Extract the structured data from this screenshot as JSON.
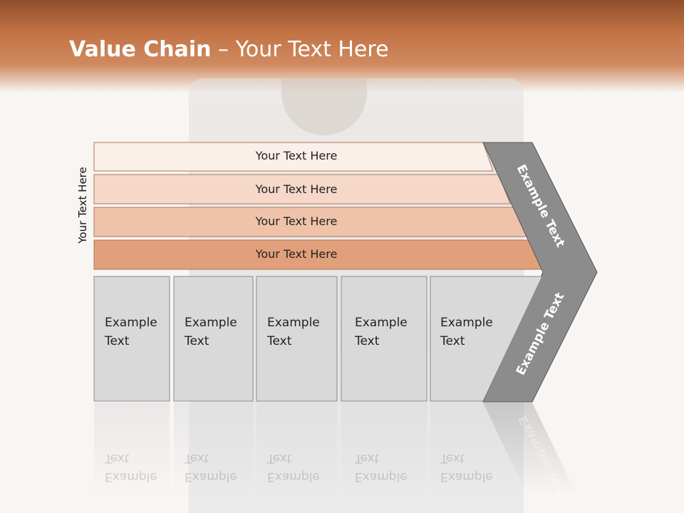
{
  "title": {
    "bold": "Value Chain",
    "rest": " – Your Text Here"
  },
  "side_label": "Your Text Here",
  "bars": [
    {
      "label": "Your Text Here",
      "fill": "#fbefe9"
    },
    {
      "label": "Your Text Here",
      "fill": "#f5d8c8"
    },
    {
      "label": "Your Text Here",
      "fill": "#eec3aa"
    },
    {
      "label": "Your Text Here",
      "fill": "#e1a07b"
    }
  ],
  "boxes": [
    {
      "line1": "Example",
      "line2": "Text"
    },
    {
      "line1": "Example",
      "line2": "Text"
    },
    {
      "line1": "Example",
      "line2": "Text"
    },
    {
      "line1": "Example",
      "line2": "Text"
    },
    {
      "line1": "Example",
      "line2": "Text"
    }
  ],
  "chevron": {
    "upper_label": "Example Text",
    "lower_label": "Example Text",
    "fill": "#8c8c8c"
  },
  "colors": {
    "header": "#c27345",
    "box_fill": "#d9d9d9",
    "box_border": "#8a8a8a"
  }
}
